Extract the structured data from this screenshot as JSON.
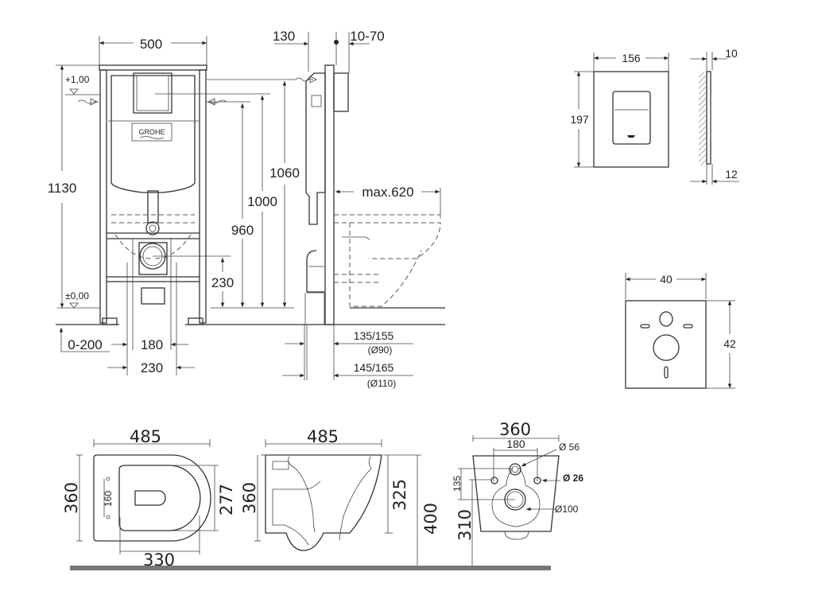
{
  "frame_front": {
    "width": "500",
    "height_total": "1130",
    "level_top": "+1,00",
    "level_zero": "±0,00",
    "brand": "GROHE",
    "h1060": "1060",
    "h1000": "1000",
    "h960": "960",
    "h230": "230",
    "offset": "0-200",
    "w180": "180",
    "w230": "230"
  },
  "frame_side": {
    "d130": "130",
    "d10_70": "10-70",
    "max620": "max.620",
    "d135_155": "135/155",
    "dia90": "(Ø90)",
    "d145_165": "145/165",
    "dia110": "(Ø110)"
  },
  "flush_plate": {
    "width": "156",
    "height": "197",
    "thick10": "10",
    "thick12": "12"
  },
  "sound_mat": {
    "width": "40",
    "height": "42"
  },
  "bowl_top": {
    "length": "485",
    "width": "360",
    "seat": "277",
    "holes": "160",
    "depth": "330"
  },
  "bowl_side": {
    "length": "485",
    "height": "360",
    "rim": "325",
    "floor_height": "400"
  },
  "bowl_back": {
    "width": "360",
    "holes": "180",
    "dia56": "Ø 56",
    "dia26": "Ø 26",
    "dia100": "Ø100",
    "v135": "135",
    "v310": "310"
  },
  "colors": {
    "line": "#333333",
    "floor": "#777777"
  }
}
